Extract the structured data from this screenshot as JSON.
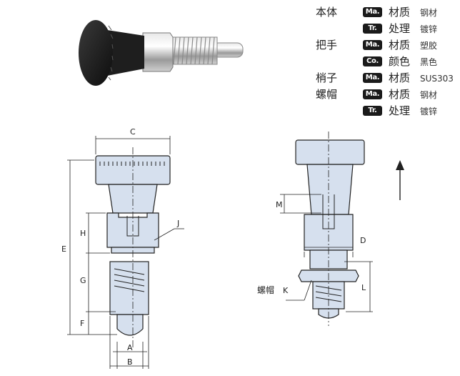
{
  "specs": [
    {
      "part": "本体",
      "badge": "Ma.",
      "attr": "材质",
      "value": "钢材"
    },
    {
      "part": "",
      "badge": "Tr.",
      "attr": "处理",
      "value": "镀锌"
    },
    {
      "part": "把手",
      "badge": "Ma.",
      "attr": "材质",
      "value": "塑胶"
    },
    {
      "part": "",
      "badge": "Co.",
      "attr": "颜色",
      "value": "黑色"
    },
    {
      "part": "梢子",
      "badge": "Ma.",
      "attr": "材质",
      "value": "SUS303"
    },
    {
      "part": "螺帽",
      "badge": "Ma.",
      "attr": "材质",
      "value": "钢材"
    },
    {
      "part": "",
      "badge": "Tr.",
      "attr": "处理",
      "value": "镀锌"
    }
  ],
  "dims_left": {
    "C": "C",
    "E": "E",
    "H": "H",
    "G": "G",
    "F": "F",
    "A": "A",
    "B": "B",
    "J": "J"
  },
  "dims_right": {
    "M": "M",
    "D": "D",
    "L": "L",
    "K": "K",
    "nut_label": "螺帽"
  },
  "colors": {
    "fill": "#d6e0ee",
    "line": "#222222",
    "badge": "#1a1a1a",
    "knob": "#1e1e1e"
  }
}
